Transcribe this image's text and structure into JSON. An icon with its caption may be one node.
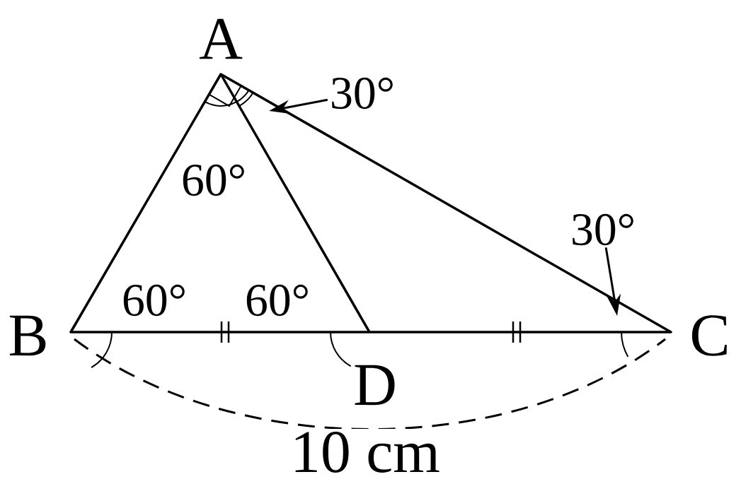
{
  "diagram": {
    "nodes": [
      {
        "text": [
          "30°"
        ]
      },
      {
        "text": [
          "30°"
        ]
      }
    ],
    "edges": [
      {
        "from": 0,
        "to": null,
        "arrow": "to"
      },
      {
        "from": 1,
        "to": null,
        "arrow": "to"
      }
    ],
    "labels": [
      "A",
      "60°",
      "B",
      "60°",
      "60°",
      "C",
      "D",
      "10 cm"
    ]
  }
}
